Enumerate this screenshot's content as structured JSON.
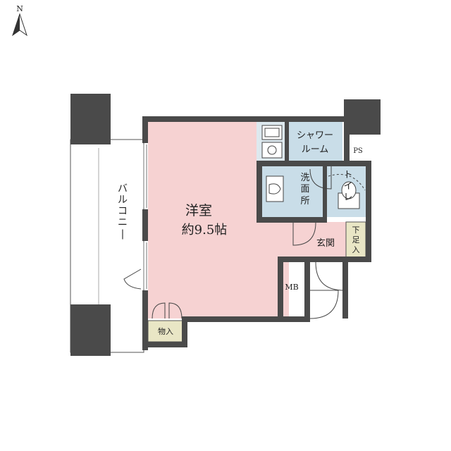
{
  "compass": {
    "letter": "N",
    "icon": "north-arrow-icon"
  },
  "rooms": {
    "western_room": {
      "name": "洋室",
      "size": "約9.5帖"
    },
    "shower_room": {
      "line1": "シャワー",
      "line2": "ルーム"
    },
    "washroom": {
      "char1": "洗",
      "char2": "面",
      "char3": "所"
    },
    "toilet": {
      "char1": "ト",
      "char2": "イ",
      "char3": "レ"
    },
    "entrance": "玄関",
    "shoe_box": {
      "char1": "下",
      "char2": "足",
      "char3": "入"
    },
    "meter_box": "MB",
    "pipe_space": "PS",
    "storage": "物入",
    "balcony": "バルコニー"
  },
  "colors": {
    "wall": "#4a4a4a",
    "room_fill": "#f6d2d2",
    "wet_fill": "#c9dde8",
    "shoe_fill": "#e9e6c5"
  }
}
